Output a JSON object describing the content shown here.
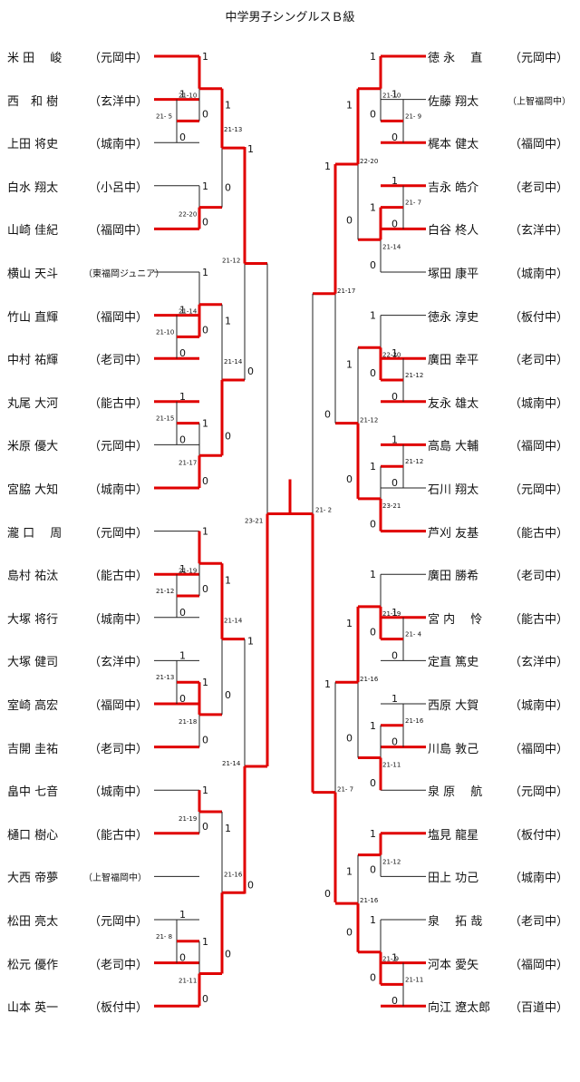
{
  "title": "中学男子シングルスＢ級",
  "left": [
    {
      "name": "米 田　 峻",
      "school": "（元岡中）"
    },
    {
      "name": "西　和 樹",
      "school": "（玄洋中）"
    },
    {
      "name": "上田 将史",
      "school": "（城南中）"
    },
    {
      "name": "白水 翔太",
      "school": "（小呂中）"
    },
    {
      "name": "山崎 佳紀",
      "school": "（福岡中）"
    },
    {
      "name": "横山 天斗",
      "school": "（東福岡ジュニア）"
    },
    {
      "name": "竹山 直輝",
      "school": "（福岡中）"
    },
    {
      "name": "中村 祐輝",
      "school": "（老司中）"
    },
    {
      "name": "丸尾 大河",
      "school": "（能古中）"
    },
    {
      "name": "米原 優大",
      "school": "（元岡中）"
    },
    {
      "name": "宮脇 大知",
      "school": "（城南中）"
    },
    {
      "name": "瀧 口　 周",
      "school": "（元岡中）"
    },
    {
      "name": "島村 祐汰",
      "school": "（能古中）"
    },
    {
      "name": "大塚 将行",
      "school": "（城南中）"
    },
    {
      "name": "大塚 健司",
      "school": "（玄洋中）"
    },
    {
      "name": "室崎 高宏",
      "school": "（福岡中）"
    },
    {
      "name": "吉開 圭祐",
      "school": "（老司中）"
    },
    {
      "name": "畠中 七音",
      "school": "（城南中）"
    },
    {
      "name": "樋口 樹心",
      "school": "（能古中）"
    },
    {
      "name": "大西 帝夢",
      "school": "（上智福岡中）"
    },
    {
      "name": "松田 亮太",
      "school": "（元岡中）"
    },
    {
      "name": "松元 優作",
      "school": "（老司中）"
    },
    {
      "name": "山本 英一",
      "school": "（板付中）"
    }
  ],
  "right": [
    {
      "name": "徳 永　 直",
      "school": "（元岡中）"
    },
    {
      "name": "佐藤 翔太",
      "school": "（上智福岡中）"
    },
    {
      "name": "梶本 健太",
      "school": "（福岡中）"
    },
    {
      "name": "吉永 皓介",
      "school": "（老司中）"
    },
    {
      "name": "白谷 柊人",
      "school": "（玄洋中）"
    },
    {
      "name": "塚田 康平",
      "school": "（城南中）"
    },
    {
      "name": "徳永 淳史",
      "school": "（板付中）"
    },
    {
      "name": "廣田 幸平",
      "school": "（老司中）"
    },
    {
      "name": "友永 雄太",
      "school": "（城南中）"
    },
    {
      "name": "高島 大輔",
      "school": "（福岡中）"
    },
    {
      "name": "石川 翔太",
      "school": "（元岡中）"
    },
    {
      "name": "芦刈 友基",
      "school": "（能古中）"
    },
    {
      "name": "廣田 勝希",
      "school": "（老司中）"
    },
    {
      "name": "宮 内　 怜",
      "school": "（能古中）"
    },
    {
      "name": "定直 篤史",
      "school": "（玄洋中）"
    },
    {
      "name": "西原 大賀",
      "school": "（城南中）"
    },
    {
      "name": "川島 敦己",
      "school": "（福岡中）"
    },
    {
      "name": "泉 原　 航",
      "school": "（元岡中）"
    },
    {
      "name": "塩見 龍星",
      "school": "（板付中）"
    },
    {
      "name": "田上 功己",
      "school": "（城南中）"
    },
    {
      "name": "泉　 拓 哉",
      "school": "（老司中）"
    },
    {
      "name": "河本 愛矢",
      "school": "（福岡中）"
    },
    {
      "name": "向江 遼太郎",
      "school": "（百道中）"
    }
  ],
  "score_texts": [
    "1",
    "0",
    "1",
    "0",
    "1",
    "0",
    "1",
    "0",
    "1",
    "0",
    "1",
    "0",
    "1",
    "0",
    "1",
    "0",
    "1",
    "0",
    "1",
    "0",
    "1",
    "0",
    "1",
    "0",
    "1",
    "0",
    "1",
    "0",
    "1",
    "0",
    "1",
    "0",
    "1",
    "0",
    "1",
    "0",
    "1",
    "0",
    "1",
    "0",
    "1",
    "0",
    "1",
    "0",
    "1",
    "0",
    "1",
    "0",
    "1",
    "0",
    "1",
    "0",
    "1",
    "0",
    "1",
    "0",
    "1",
    "0",
    "1",
    "0",
    "1",
    "0",
    "1",
    "0",
    "1",
    "0",
    "1",
    "0",
    "1",
    "0",
    "1",
    "0",
    "1",
    "0",
    "1",
    "0",
    "1",
    "0",
    "1",
    "0",
    "1",
    "0",
    "1",
    "0",
    "1",
    "0",
    "1",
    "0",
    "1",
    "0",
    "1",
    "0",
    "0",
    "1",
    "0",
    "1",
    "×"
  ],
  "game_scores": [
    "21- 5",
    "21-10",
    "21-15",
    "21-12",
    "21-13",
    "21- 8",
    "21-10",
    "22-20",
    "21-14",
    "21-17",
    "21-19",
    "21-18",
    "21-19",
    "21-11",
    "21-13",
    "21-14",
    "21-14",
    "21-16",
    "21-12",
    "21-14",
    "23-21",
    "21- 9",
    "21- 7",
    "21-12",
    "21-12",
    "21- 4",
    "21-16",
    "21-11",
    "21-10",
    "21-14",
    "22-20",
    "23-21",
    "21-19",
    "21-11",
    "21-12",
    "21- 9",
    "22-20",
    "21-12",
    "21-16",
    "21-16",
    "21-17",
    "21- 7",
    "21- 2",
    "21- 8"
  ],
  "colors": {
    "winner": "#e00000",
    "line": "#222222"
  }
}
